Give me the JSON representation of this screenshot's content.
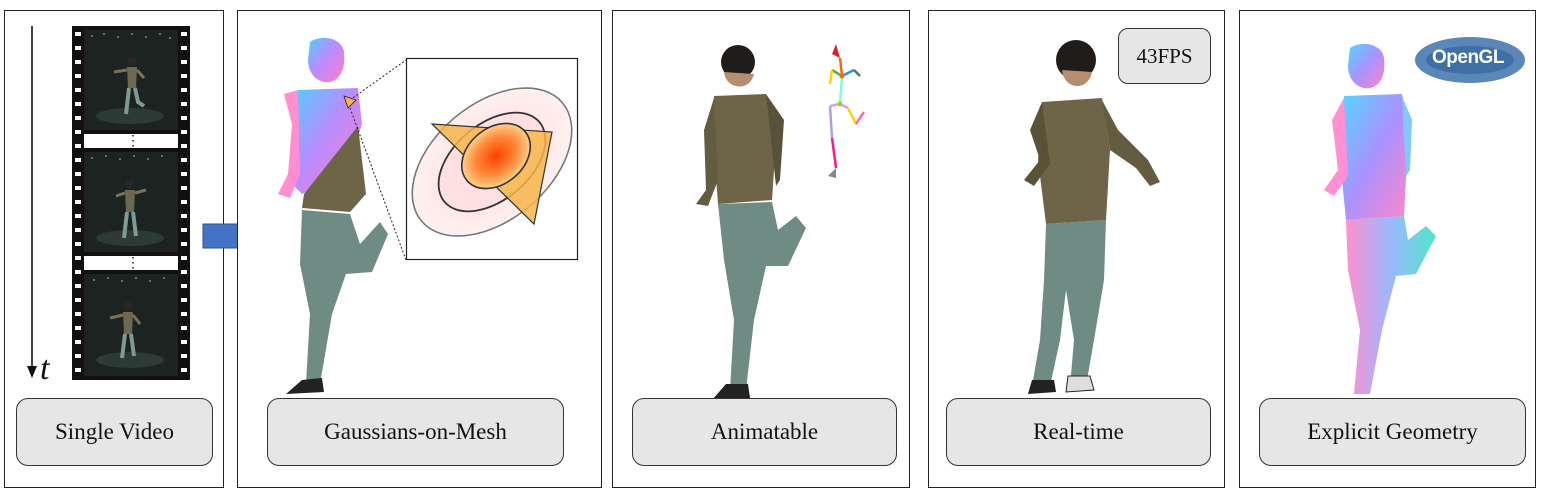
{
  "panels": [
    {
      "caption": "Single Video"
    },
    {
      "caption": "Gaussians-on-Mesh"
    },
    {
      "caption": "Animatable"
    },
    {
      "caption": "Real-time"
    },
    {
      "caption": "Explicit Geometry"
    }
  ],
  "time_axis_label": "t",
  "film_dots": [
    "⋮",
    "⋮"
  ],
  "fps_badge": "43FPS",
  "opengl_logo": "OpenGL",
  "colors": {
    "arrow": "#4472c4",
    "caption_fill": "#e6e6e6",
    "triangle": "#f7b54a",
    "gaussian_center": "#ff4000"
  }
}
